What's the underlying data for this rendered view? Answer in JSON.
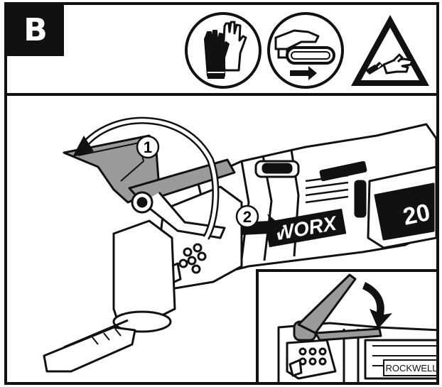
{
  "header": {
    "step_letter": "B",
    "icons": [
      {
        "name": "gloves-icon",
        "meaning": "wear gloves"
      },
      {
        "name": "blade-remove-icon",
        "meaning": "remove blade"
      },
      {
        "name": "cut-hazard-warning-icon",
        "meaning": "cut hazard"
      }
    ]
  },
  "main": {
    "steps": [
      "1",
      "2"
    ],
    "brand_label": "WORX",
    "battery_label": "20"
  },
  "inset": {
    "brand_label": "ROCKWELL"
  },
  "colors": {
    "ink": "#111111",
    "paper": "#ffffff",
    "gray": "#9a9a9a"
  }
}
